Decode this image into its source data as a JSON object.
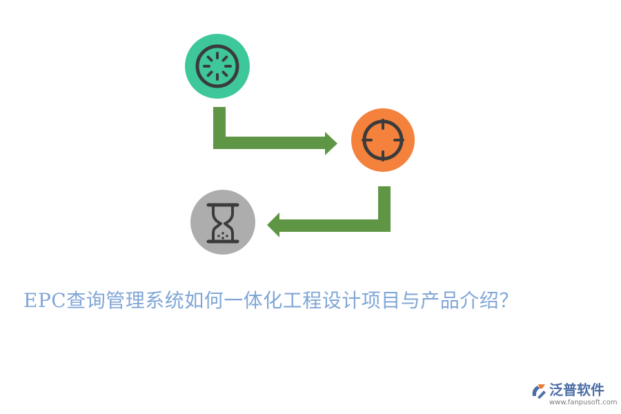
{
  "title": "EPC查询管理系统如何一体化工程设计项目与产品介绍？",
  "logo": {
    "name": "泛普软件",
    "url": "www.fanpusoft.com"
  },
  "nodes": [
    {
      "icon": "gear-icon",
      "color": "#3ec79a"
    },
    {
      "icon": "crosshair-icon",
      "color": "#f4813c"
    },
    {
      "icon": "hourglass-icon",
      "color": "#adadad"
    }
  ],
  "colors": {
    "arrow": "#5f9645",
    "icon_stroke": "#3b3b3b",
    "title": "#7fa6d6",
    "logo_brand": "#4c6ea6",
    "logo_accent": "#e8792f"
  }
}
